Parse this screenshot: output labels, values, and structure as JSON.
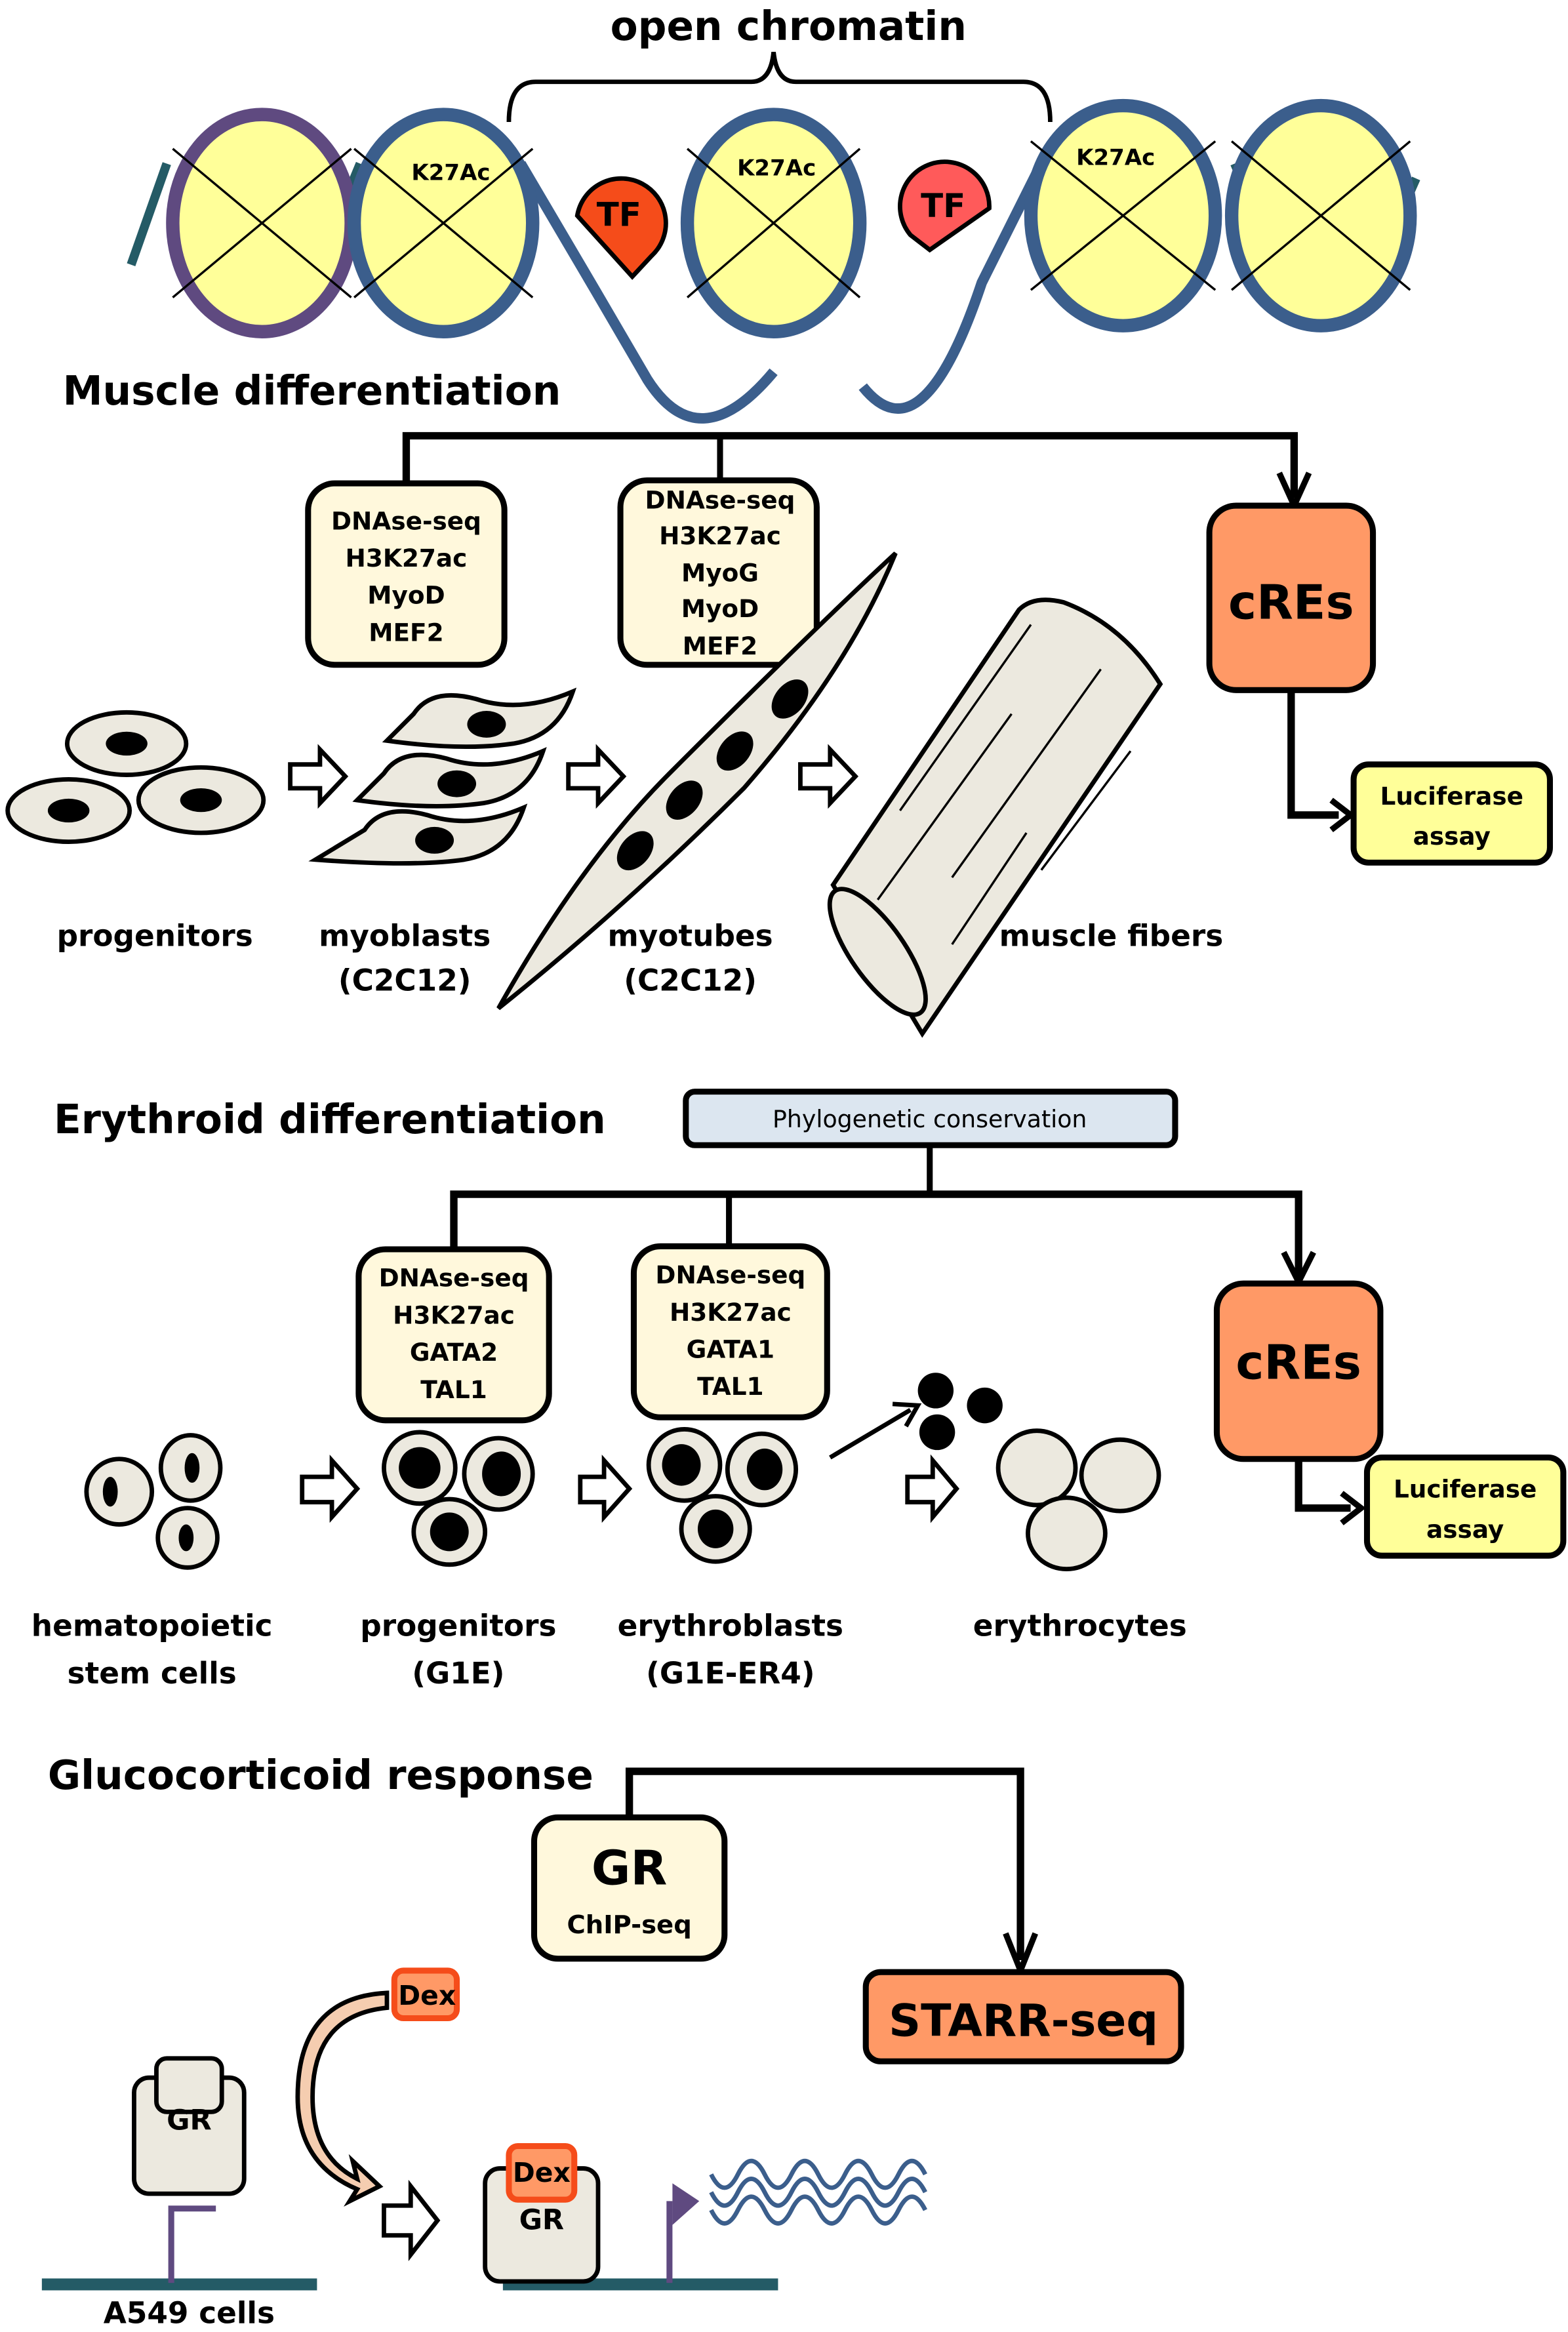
{
  "colors": {
    "nucleosome_fill": "#ffff99",
    "dna_blue": "#3b5e8c",
    "dna_teal": "#245b66",
    "dna_purple": "#5f4a80",
    "tf_orange": "#f54c1a",
    "tf_red": "#ff5a5a",
    "assay_box_fill": "#fff8dc",
    "cres_fill": "#ff9966",
    "luciferase_fill": "#ffff99",
    "phylo_fill": "#dce6f0",
    "cell_fill": "#ece9df",
    "dex_fill": "#ff9966",
    "dex_border": "#f54c1a",
    "promoter_purple": "#5f4a80",
    "transcript_blue": "#3b5e8c"
  },
  "chromatin": {
    "title": "open chromatin",
    "nucleosomes": [
      {
        "label": ""
      },
      {
        "label": "K27Ac"
      },
      {
        "label": "K27Ac"
      },
      {
        "label": "K27Ac"
      },
      {
        "label": ""
      }
    ],
    "tf_label": "TF"
  },
  "muscle": {
    "title": "Muscle differentiation",
    "assay_boxes": [
      {
        "lines": [
          "DNAse-seq",
          "H3K27ac",
          "MyoD",
          "MEF2"
        ]
      },
      {
        "lines": [
          "DNAse-seq",
          "H3K27ac",
          "MyoG",
          "MyoD",
          "MEF2"
        ]
      }
    ],
    "cres_label": "cREs",
    "luciferase": [
      "Luciferase",
      "assay"
    ],
    "stages": [
      {
        "line1": "progenitors",
        "line2": ""
      },
      {
        "line1": "myoblasts",
        "line2": "(C2C12)"
      },
      {
        "line1": "myotubes",
        "line2": "(C2C12)"
      },
      {
        "line1": "muscle fibers",
        "line2": ""
      }
    ]
  },
  "erythroid": {
    "title": "Erythroid differentiation",
    "phylo_label": "Phylogenetic conservation",
    "assay_boxes": [
      {
        "lines": [
          "DNAse-seq",
          "H3K27ac",
          "GATA2",
          "TAL1"
        ]
      },
      {
        "lines": [
          "DNAse-seq",
          "H3K27ac",
          "GATA1",
          "TAL1"
        ]
      }
    ],
    "cres_label": "cREs",
    "luciferase": [
      "Luciferase",
      "assay"
    ],
    "stages": [
      {
        "line1": "hematopoietic",
        "line2": "stem cells"
      },
      {
        "line1": "progenitors",
        "line2": "(G1E)"
      },
      {
        "line1": "erythroblasts",
        "line2": "(G1E-ER4)"
      },
      {
        "line1": "erythrocytes",
        "line2": ""
      }
    ]
  },
  "glucocorticoid": {
    "title": "Glucocorticoid response",
    "gr_box": {
      "title": "GR",
      "subtitle": "ChIP-seq"
    },
    "starr_label": "STARR-seq",
    "dex_label": "Dex",
    "gr_label": "GR",
    "cells_label": "A549 cells"
  }
}
